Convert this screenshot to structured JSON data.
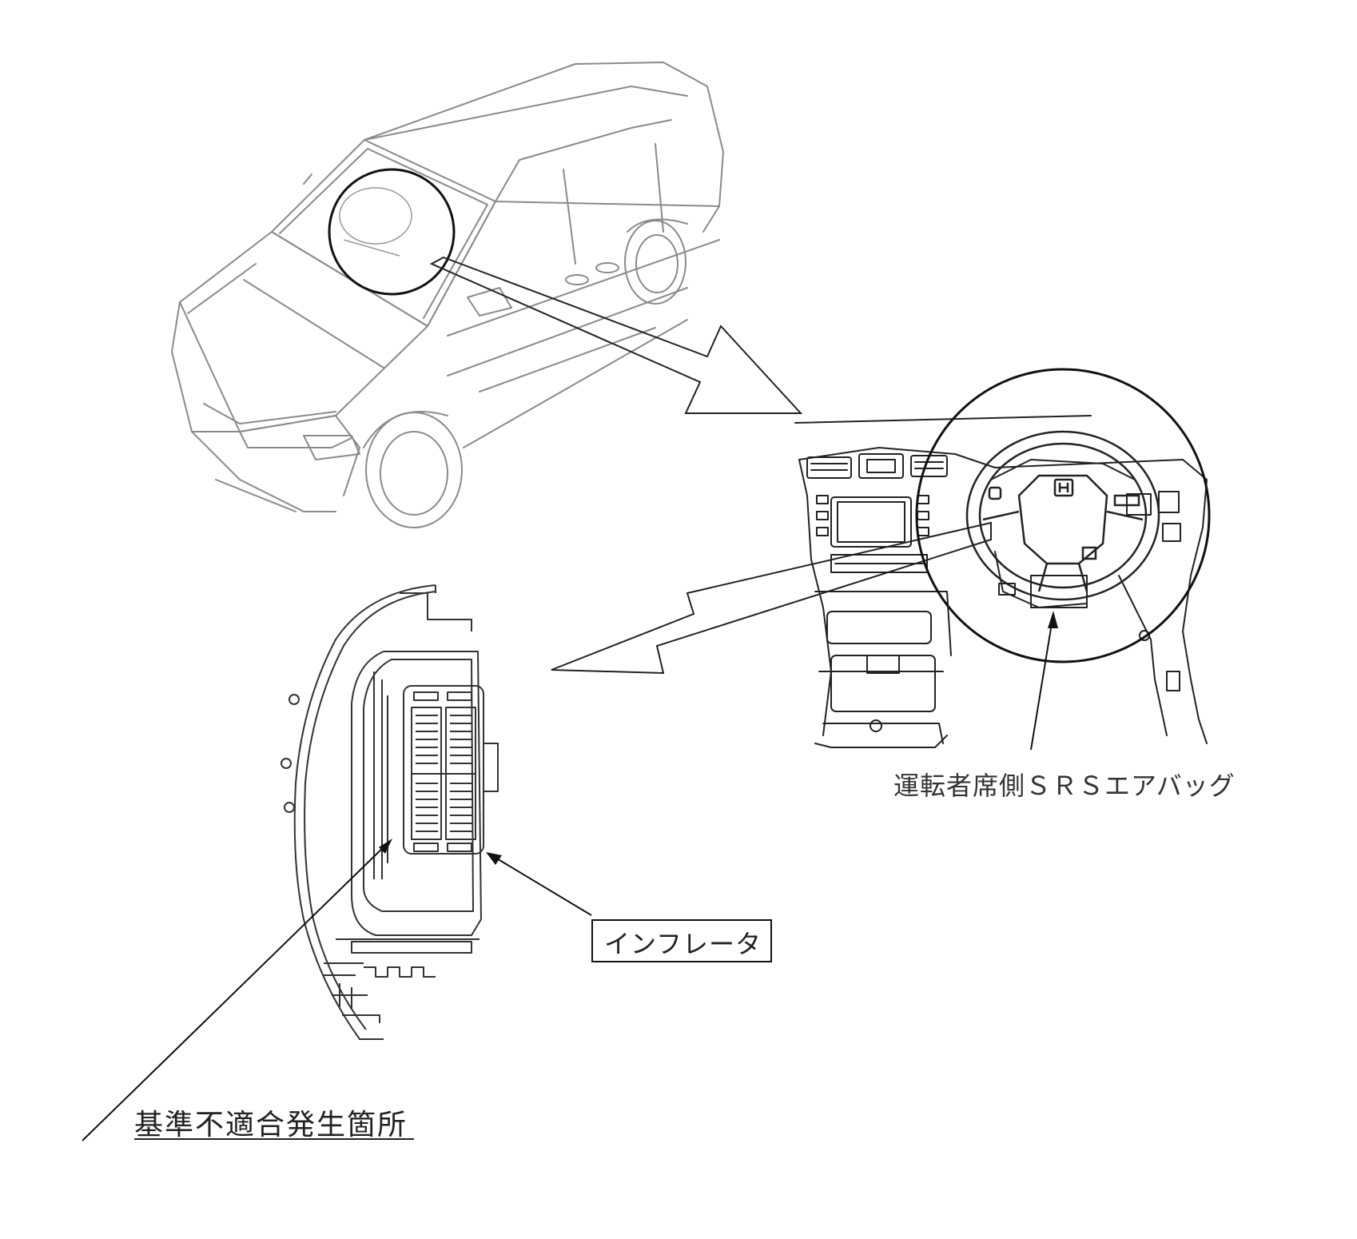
{
  "labels": {
    "airbag": "運転者席側ＳＲＳエアバッグ",
    "inflator": "インフレータ",
    "defect_location": "基準不適合発生箇所"
  },
  "colors": {
    "line": "#222222",
    "light_line": "#8a8a8a",
    "background": "#ffffff"
  }
}
